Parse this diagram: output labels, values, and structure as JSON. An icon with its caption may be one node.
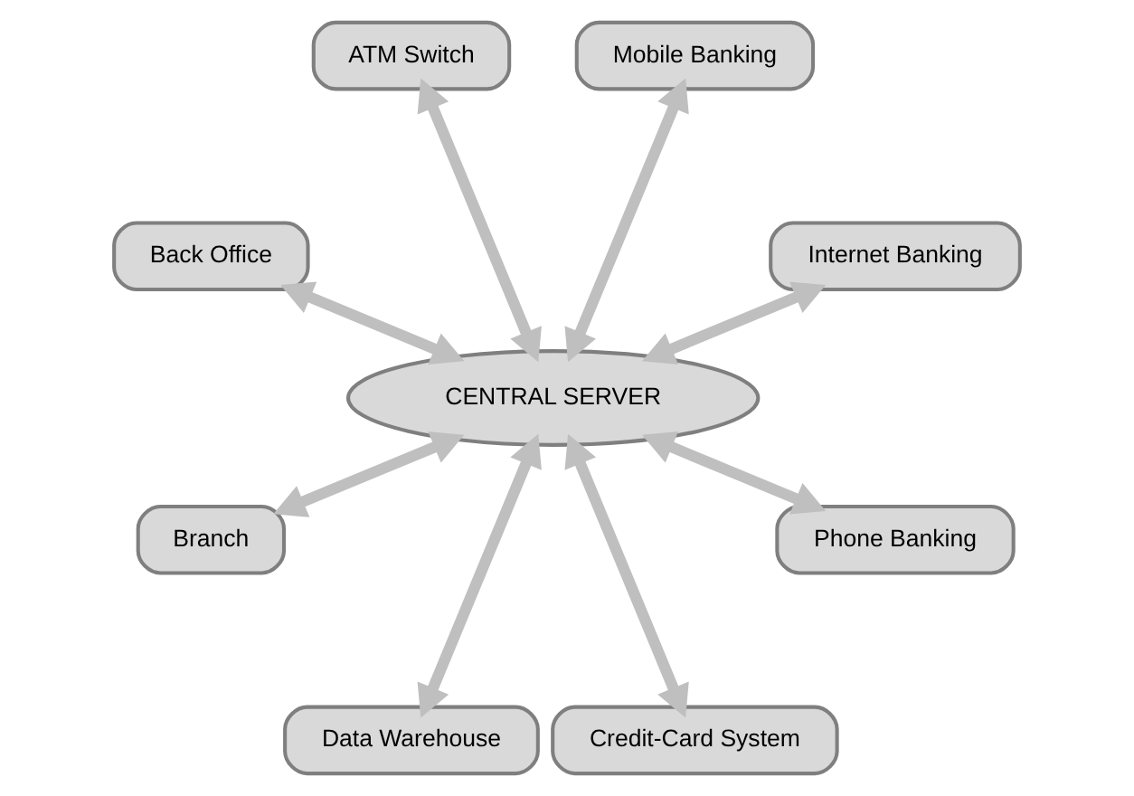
{
  "diagram": {
    "nodes": [
      {
        "text": [
          "CENTRAL SERVER"
        ]
      },
      {
        "text": [
          "ATM Switch"
        ]
      },
      {
        "text": [
          "Back Office"
        ]
      },
      {
        "text": [
          "Mobile Banking"
        ]
      },
      {
        "text": [
          "Branch"
        ]
      },
      {
        "text": [
          "Internet Banking"
        ]
      },
      {
        "text": [
          "Data Warehouse"
        ]
      },
      {
        "text": [
          "Phone Banking"
        ]
      },
      {
        "text": [
          "Credit-Card System"
        ]
      }
    ],
    "edges": [
      {
        "from": 0,
        "to": 1,
        "arrow": "both"
      },
      {
        "from": 0,
        "to": 3,
        "arrow": "both"
      },
      {
        "from": 0,
        "to": 5,
        "arrow": "both"
      },
      {
        "from": 0,
        "to": 7,
        "arrow": "both"
      },
      {
        "from": 0,
        "to": 8,
        "arrow": "both"
      },
      {
        "from": 0,
        "to": 6,
        "arrow": "both"
      },
      {
        "from": 0,
        "to": 4,
        "arrow": "both"
      },
      {
        "from": 0,
        "to": 2,
        "arrow": "both"
      }
    ]
  }
}
